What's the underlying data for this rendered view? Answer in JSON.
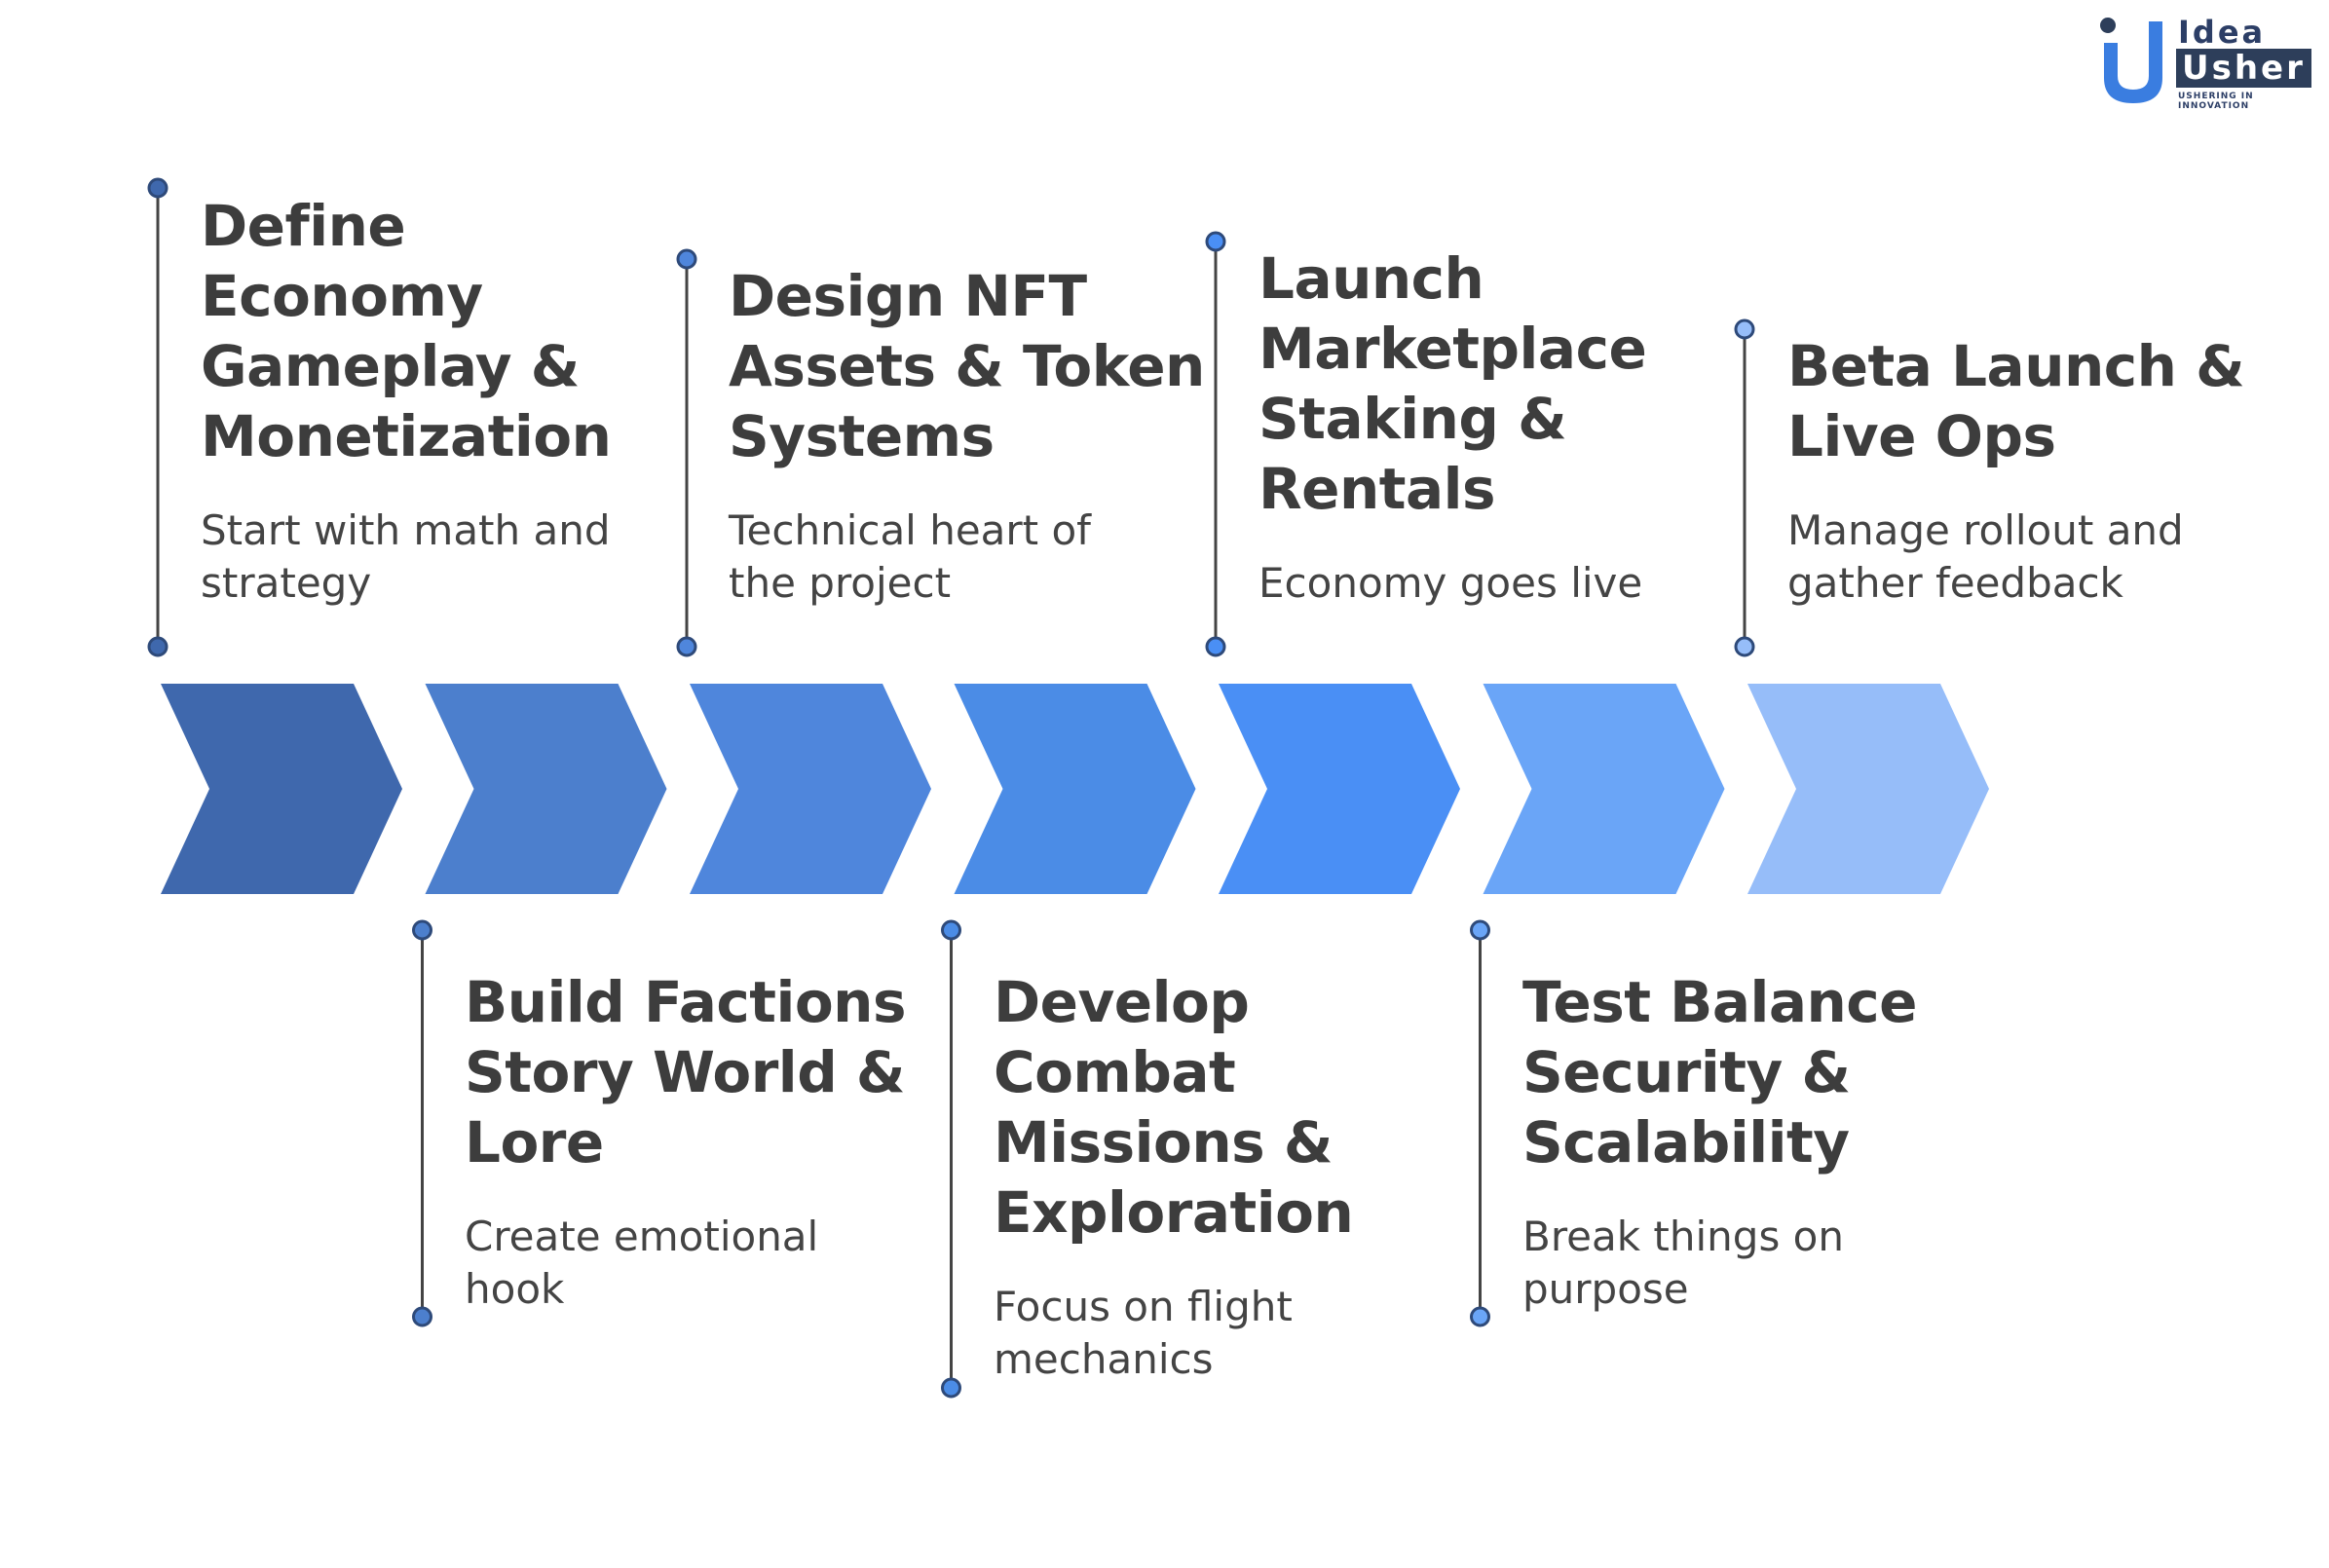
{
  "logo": {
    "line1": "Idea",
    "line2": "Usher",
    "tagline": "USHERING IN INNOVATION"
  },
  "colors": {
    "chevrons": [
      "#3f68ad",
      "#4c7fcd",
      "#4f86dc",
      "#4b8ce6",
      "#4a8ff5",
      "#6aa5f7",
      "#96bdf9"
    ],
    "connector": "#444444",
    "dot_border": "#2e4a7a",
    "title_text": "#3d3d3d",
    "desc_text": "#444444"
  },
  "steps": [
    {
      "title": "Define\nEconomy\nGameplay &\nMonetization",
      "desc": "Start with math and\nstrategy",
      "position": "top"
    },
    {
      "title": "Build Factions\nStory World &\nLore",
      "desc": "Create emotional\nhook",
      "position": "bottom"
    },
    {
      "title": "Design NFT\nAssets & Token\nSystems",
      "desc": "Technical heart of\nthe project",
      "position": "top"
    },
    {
      "title": "Develop\nCombat\nMissions &\nExploration",
      "desc": "Focus on flight\nmechanics",
      "position": "bottom"
    },
    {
      "title": "Launch\nMarketplace\nStaking &\nRentals",
      "desc": "Economy goes live",
      "position": "top"
    },
    {
      "title": "Test Balance\nSecurity &\nScalability",
      "desc": "Break things on\npurpose",
      "position": "bottom"
    },
    {
      "title": "Beta Launch &\nLive Ops",
      "desc": "Manage rollout and\ngather feedback",
      "position": "top"
    }
  ]
}
